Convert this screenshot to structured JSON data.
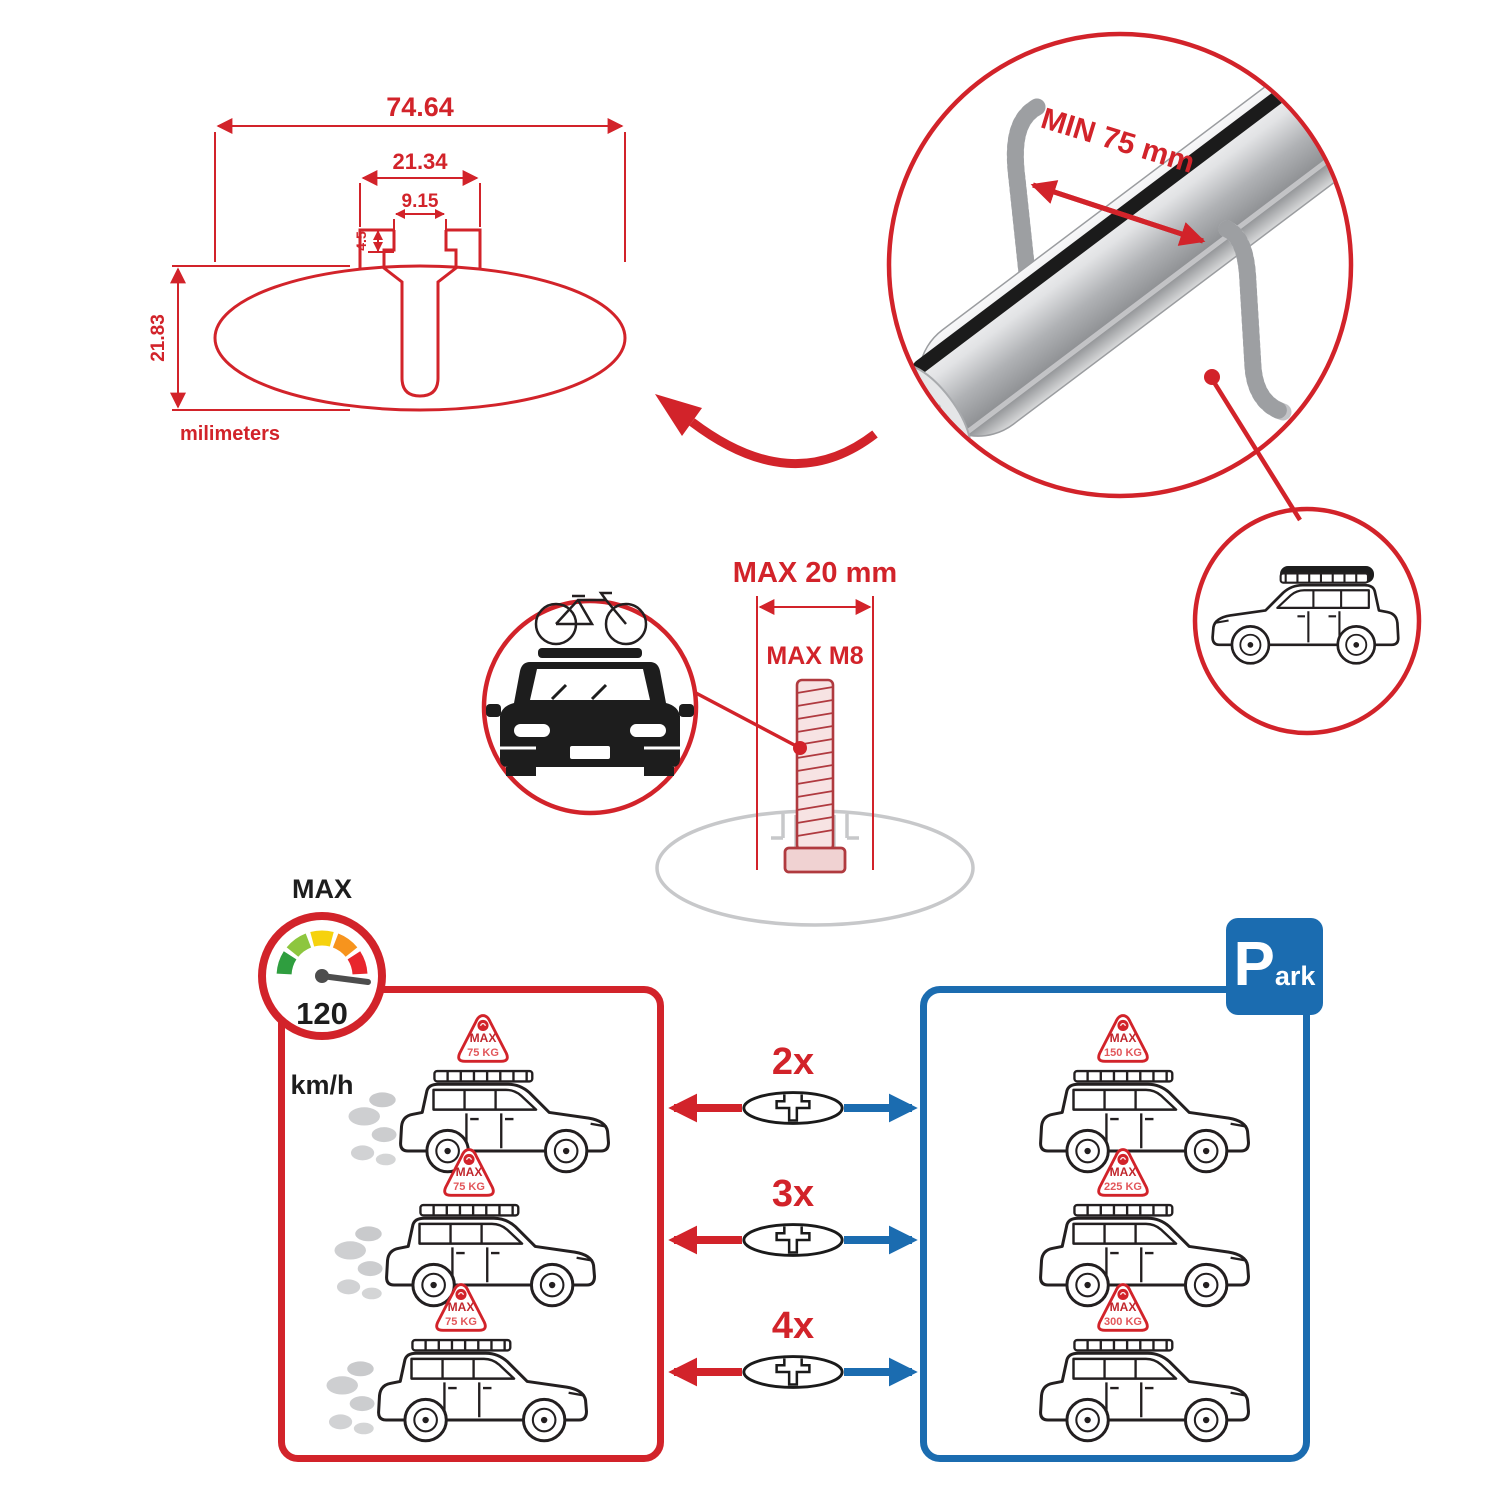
{
  "colors": {
    "red": "#d2232a",
    "dark_red": "#b03a3f",
    "blue": "#1b6cb0",
    "ink": "#231f20",
    "gray": "#c7c8ca",
    "silver": "#aeb0b3"
  },
  "dimension_drawing": {
    "total_width": "74.64",
    "channel_width": "21.34",
    "slot_width": "9.15",
    "lip_height": "4.5",
    "total_height": "21.83",
    "units": "milimeters"
  },
  "bar_detail": {
    "clamp_span": "MIN 75 mm"
  },
  "bolt": {
    "max_head": "MAX 20 mm",
    "max_thread": "MAX M8"
  },
  "speed_badge": {
    "label": "MAX",
    "value": "120",
    "units": "km/h"
  },
  "park_sign": {
    "initial": "P",
    "rest": "ark"
  },
  "multipliers": [
    "2x",
    "3x",
    "4x"
  ],
  "driving_cars": [
    {
      "max": "MAX",
      "load": "75 KG"
    },
    {
      "max": "MAX",
      "load": "75 KG"
    },
    {
      "max": "MAX",
      "load": "75 KG"
    }
  ],
  "parked_cars": [
    {
      "max": "MAX",
      "load": "150 KG"
    },
    {
      "max": "MAX",
      "load": "225 KG"
    },
    {
      "max": "MAX",
      "load": "300 KG"
    }
  ]
}
